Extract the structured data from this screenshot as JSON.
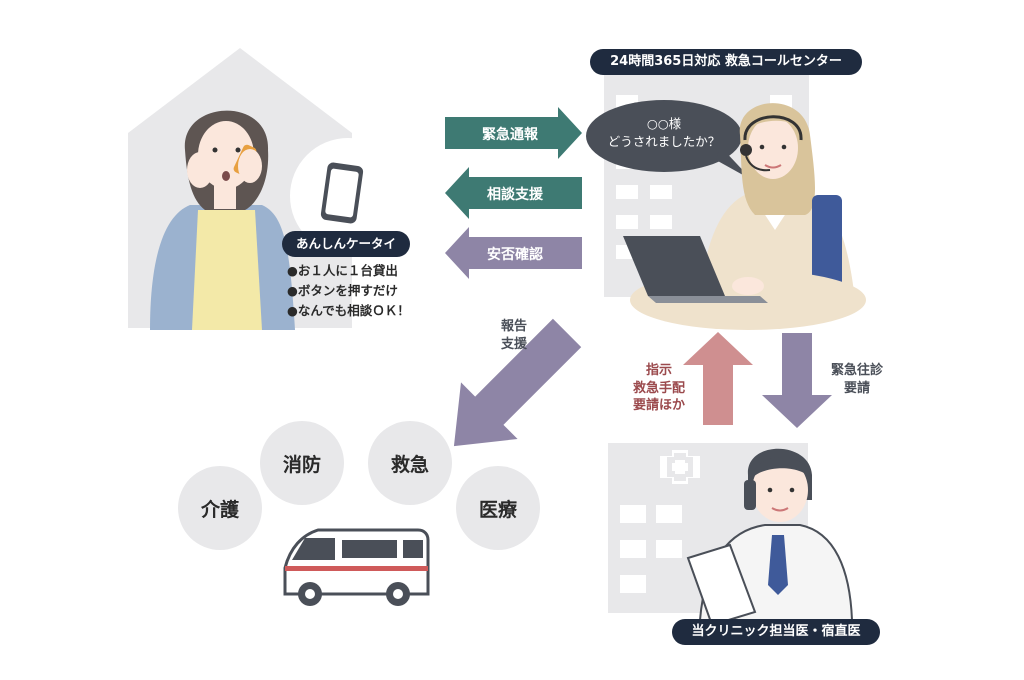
{
  "call_center": {
    "title": "24時間365日対応 救急コールセンター",
    "bubble_line1": "○○様",
    "bubble_line2": "どうされましたか？"
  },
  "device": {
    "name": "あんしんケータイ",
    "features": [
      "●お１人に１台貸出",
      "●ボタンを押すだけ",
      "●なんでも相談ＯＫ！"
    ]
  },
  "arrows": {
    "emergency_call": "緊急通報",
    "consult_support": "相談支援",
    "safety_check": "安否確認",
    "report_support_1": "報告",
    "report_support_2": "支援",
    "instruction_1": "指示",
    "instruction_2": "救急手配",
    "instruction_3": "要請ほか",
    "emergency_visit_1": "緊急往診",
    "emergency_visit_2": "要請"
  },
  "services": [
    "消防",
    "救急",
    "介護",
    "医療"
  ],
  "clinic": {
    "title": "当クリニック担当医・宿直医"
  },
  "colors": {
    "teal": "#3e7a73",
    "purple": "#8e85a6",
    "pink": "#cf8f90",
    "navy": "#1f2b3f",
    "gray": "#e8e8ea"
  }
}
